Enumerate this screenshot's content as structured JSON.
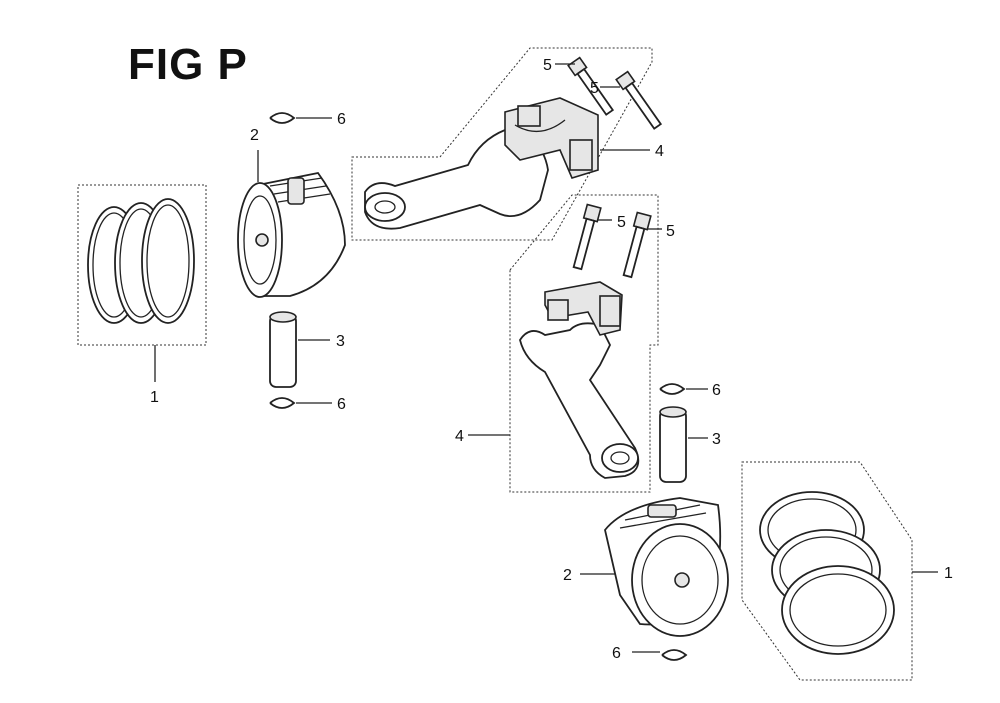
{
  "figure": {
    "title": "FIG P"
  },
  "callouts": {
    "rings_a": "1",
    "rings_b": "1",
    "piston_a": "2",
    "piston_b": "2",
    "pin_a": "3",
    "pin_b": "3",
    "rod_a": "4",
    "rod_b": "4",
    "bolt_a1": "5",
    "bolt_a2": "5",
    "bolt_b1": "5",
    "bolt_b2": "5",
    "clip_a1": "6",
    "clip_a2": "6",
    "clip_b1": "6",
    "clip_b2": "6"
  }
}
